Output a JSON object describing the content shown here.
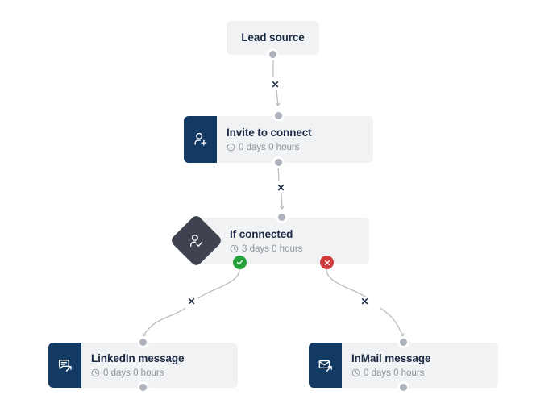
{
  "canvas": {
    "background": "#ffffff",
    "accent_dark": "#123a63",
    "node_bg": "#f1f2f4",
    "diamond_color": "#3e434f",
    "success_color": "#27a03b",
    "failure_color": "#cf3b3b",
    "edge_color": "#b9bcc3"
  },
  "nodes": [
    {
      "id": "lead-source",
      "title": "Lead source",
      "subtitle": "",
      "icon": "",
      "shape": "card-plain"
    },
    {
      "id": "invite-to-connect",
      "title": "Invite to connect",
      "subtitle": "0 days 0 hours",
      "icon": "person-add-icon",
      "shape": "card-icon"
    },
    {
      "id": "if-connected",
      "title": "If connected",
      "subtitle": "3 days 0 hours",
      "icon": "person-check-icon",
      "shape": "card-diamond"
    },
    {
      "id": "linkedin-message",
      "title": "LinkedIn message",
      "subtitle": "0 days 0 hours",
      "icon": "message-send-icon",
      "shape": "card-icon"
    },
    {
      "id": "inmail-message",
      "title": "InMail message",
      "subtitle": "0 days 0 hours",
      "icon": "envelope-send-icon",
      "shape": "card-icon"
    }
  ],
  "branches": {
    "success_badge": "check-icon",
    "failure_badge": "close-icon"
  },
  "edges": [
    {
      "id": "edge-lead-to-invite",
      "delete_label": "✕"
    },
    {
      "id": "edge-invite-to-condition",
      "delete_label": "✕"
    },
    {
      "id": "edge-condition-yes-to-linkedin",
      "delete_label": "✕"
    },
    {
      "id": "edge-condition-no-to-inmail",
      "delete_label": "✕"
    }
  ],
  "subtitle_icon": "clock-icon"
}
